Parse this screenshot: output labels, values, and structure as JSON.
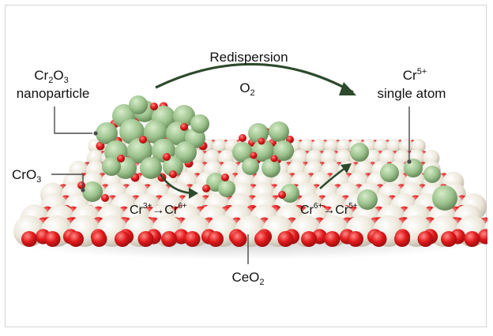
{
  "labels": {
    "cr2o3_base": "Cr",
    "cr2o3_sub1": "2",
    "cr2o3_mid": "O",
    "cr2o3_sub2": "3",
    "nanoparticle": "nanoparticle",
    "redispersion": "Redispersion",
    "o2_base": "O",
    "o2_sub": "2",
    "cr5_base": "Cr",
    "cr5_sup": "5+",
    "single_atom": "single atom",
    "cro3_base": "CrO",
    "cro3_sub": "3",
    "reaction1_a": "Cr",
    "reaction1_a_sup": "3+",
    "reaction1_b": "Cr",
    "reaction1_b_sup": "6+",
    "reaction2_a": "Cr",
    "reaction2_a_sup": "6+",
    "reaction2_b": "Cr",
    "reaction2_b_sup": "5+",
    "ceo2_base": "CeO",
    "ceo2_sub": "2",
    "arrow_symbol": "→"
  },
  "colors": {
    "ceria_sphere": "#ece7da",
    "oxygen_sphere": "#e0191b",
    "chromium_sphere": "#9cc28d",
    "arrow": "#2d4a2c",
    "leader_line": "#4a4a4a"
  }
}
